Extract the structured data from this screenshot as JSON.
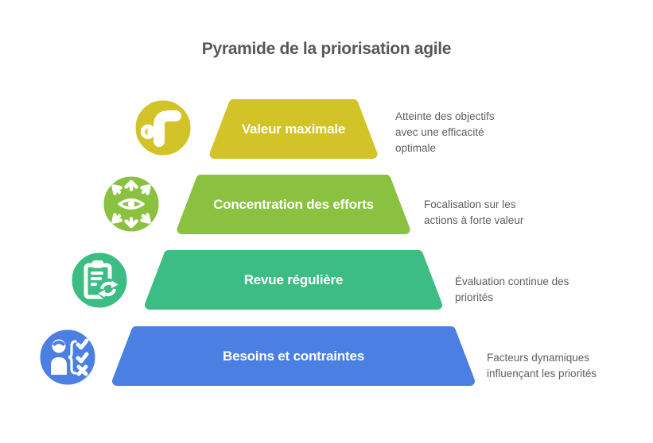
{
  "title": "Pyramide de la priorisation agile",
  "colors": {
    "title_text": "#58585a",
    "description_text": "#5e5f61",
    "label_text": "#ffffff",
    "background": "#ffffff"
  },
  "levels": [
    {
      "label": "Valeur maximale",
      "color": "#d2c329",
      "icon": "corner-arrows-icon",
      "description_lines": [
        "Atteinte des objectifs",
        "avec une efficacité",
        "optimale"
      ]
    },
    {
      "label": "Concentration des efforts",
      "color": "#8bc140",
      "icon": "eye-expand-icon",
      "description_lines": [
        "Focalisation sur les",
        "actions à forte valeur"
      ]
    },
    {
      "label": "Revue régulière",
      "color": "#3cbd83",
      "icon": "clipboard-refresh-icon",
      "description_lines": [
        "Évaluation continue des",
        "priorités"
      ]
    },
    {
      "label": "Besoins et contraintes",
      "color": "#4b7fe1",
      "icon": "person-checklist-icon",
      "description_lines": [
        "Facteurs dynamiques",
        "influençant les priorités"
      ]
    }
  ]
}
